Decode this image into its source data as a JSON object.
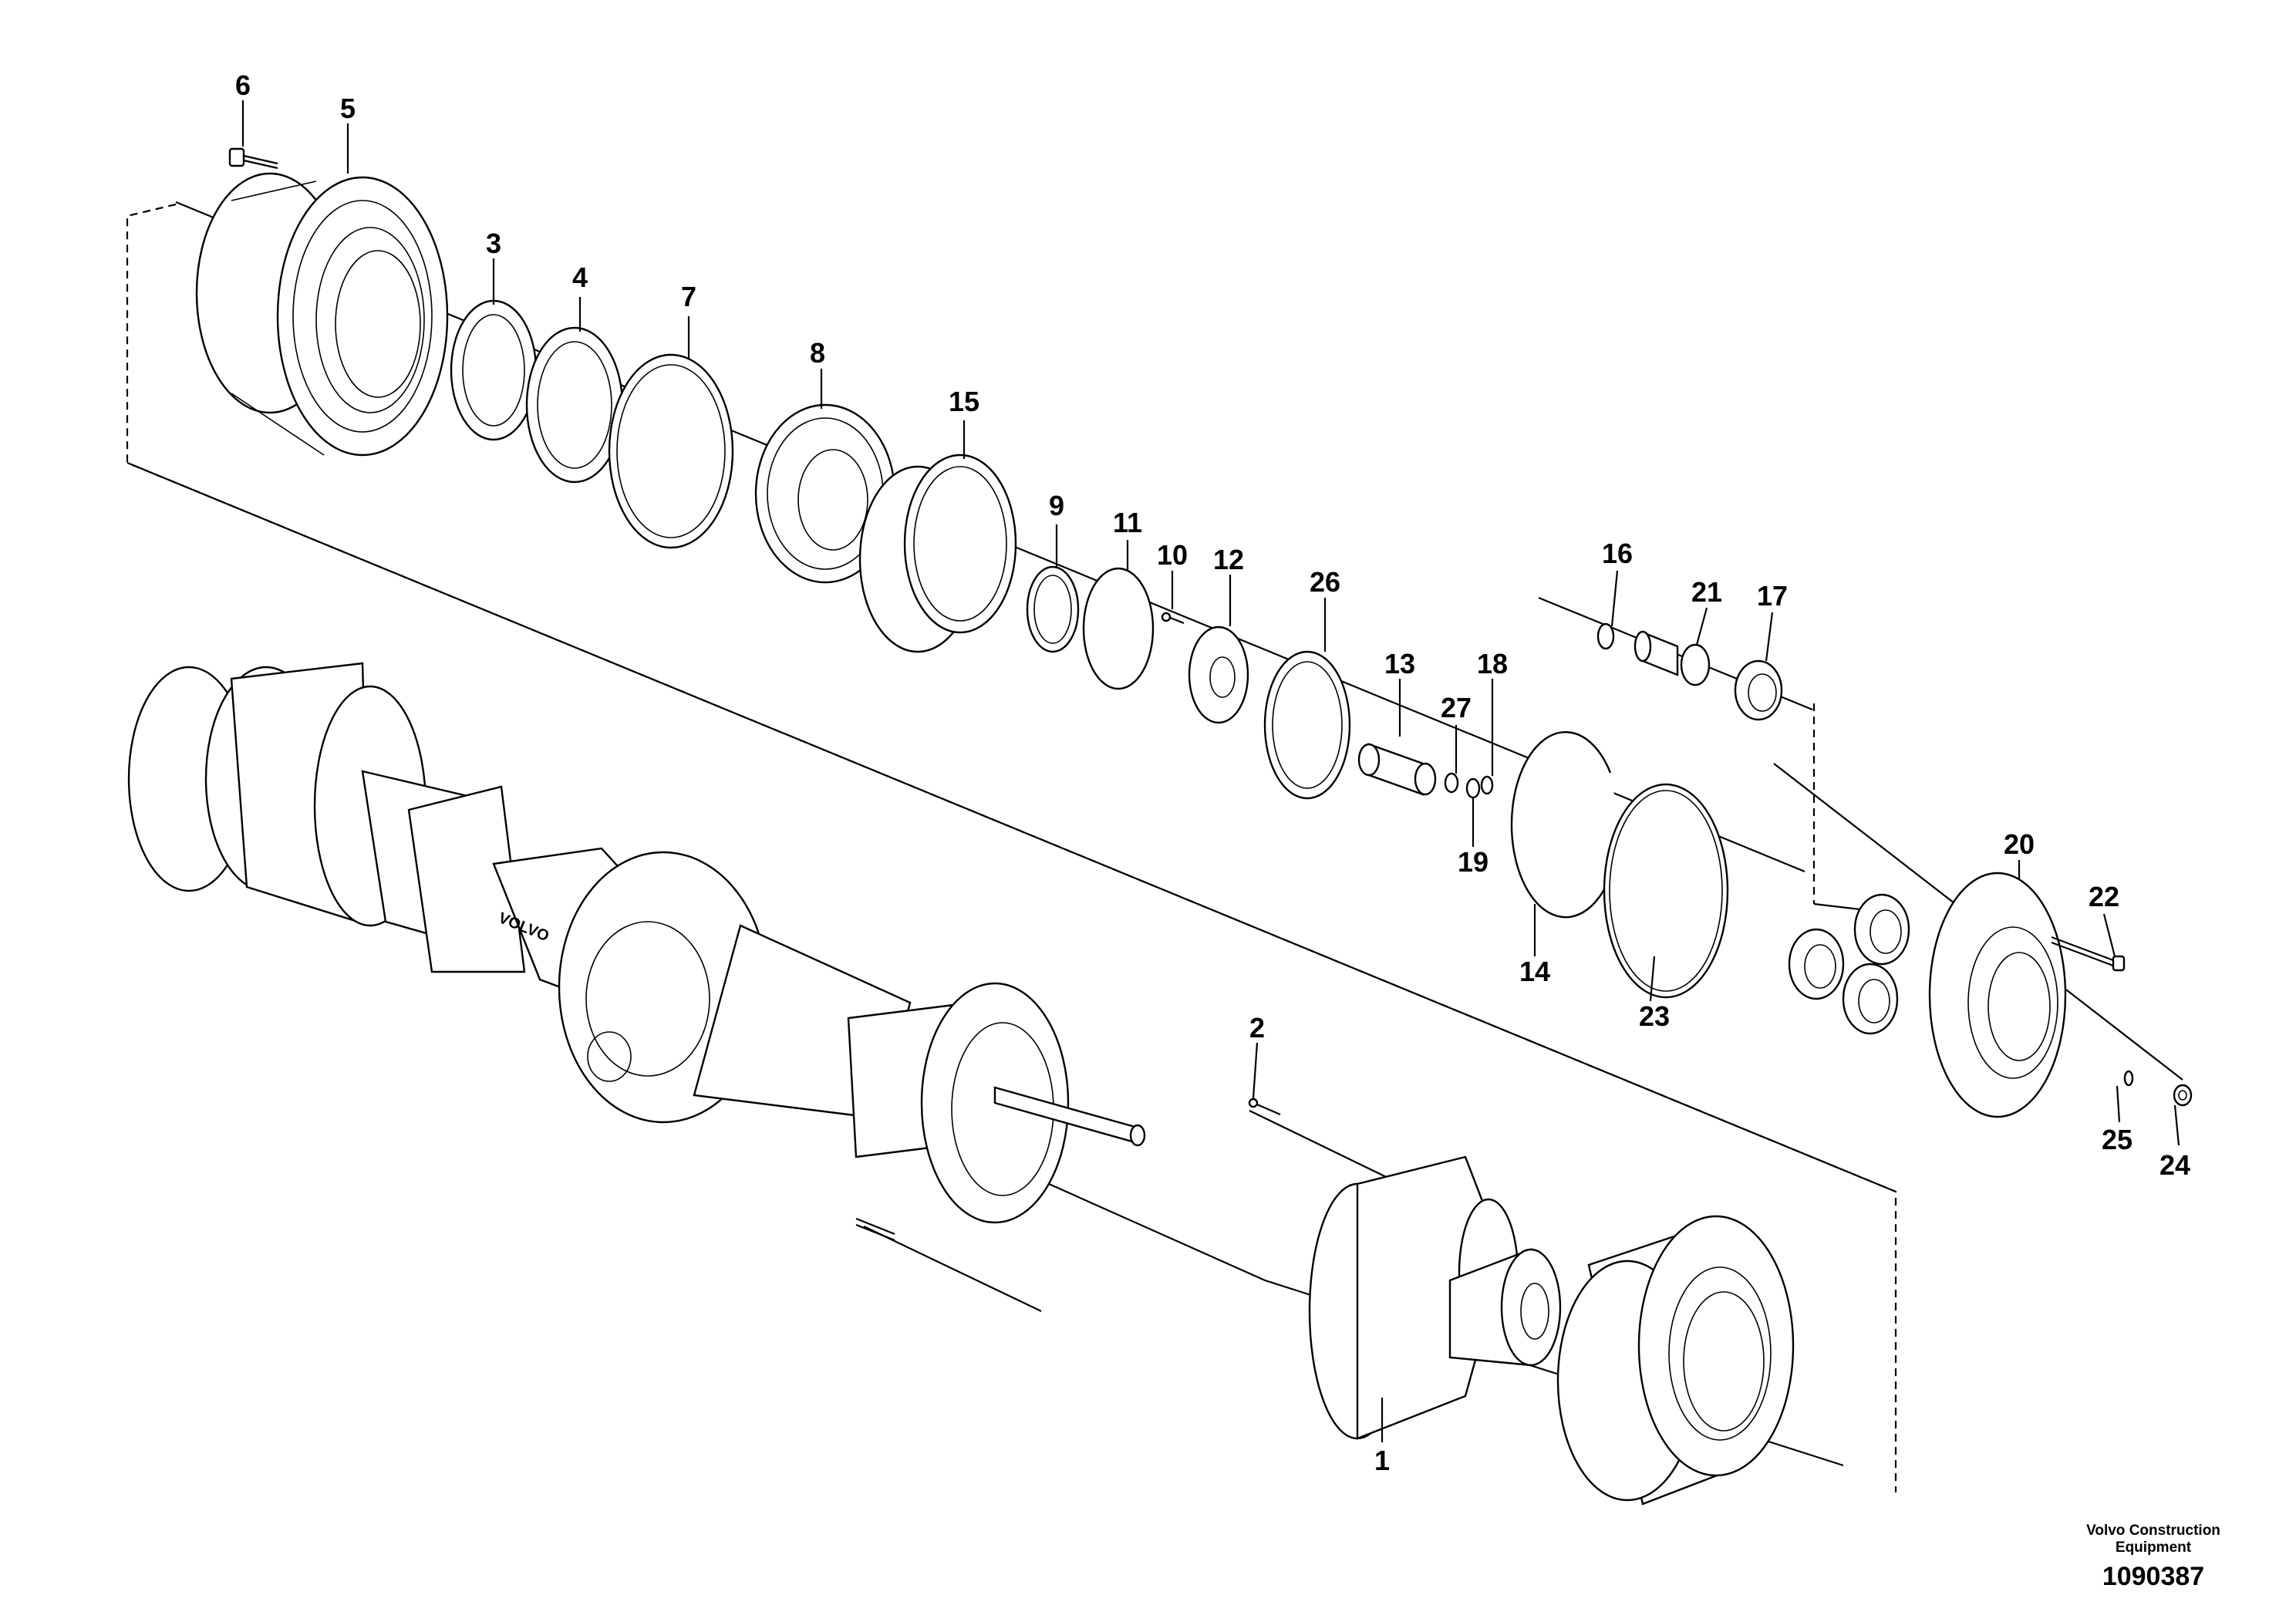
{
  "title": "",
  "callouts": {
    "c1": "1",
    "c2": "2",
    "c3": "3",
    "c4": "4",
    "c5": "5",
    "c6": "6",
    "c7": "7",
    "c8": "8",
    "c9": "9",
    "c10": "10",
    "c11": "11",
    "c12": "12",
    "c13": "13",
    "c14": "14",
    "c15": "15",
    "c16": "16",
    "c17": "17",
    "c18": "18",
    "c19": "19",
    "c20": "20",
    "c21": "21",
    "c22": "22",
    "c23": "23",
    "c24": "24",
    "c25": "25",
    "c26": "26",
    "c27": "27"
  },
  "axle_logo": "VOLVO",
  "footer": {
    "credit_line1": "Volvo Construction",
    "credit_line2": "Equipment",
    "doc_number": "1090387"
  }
}
